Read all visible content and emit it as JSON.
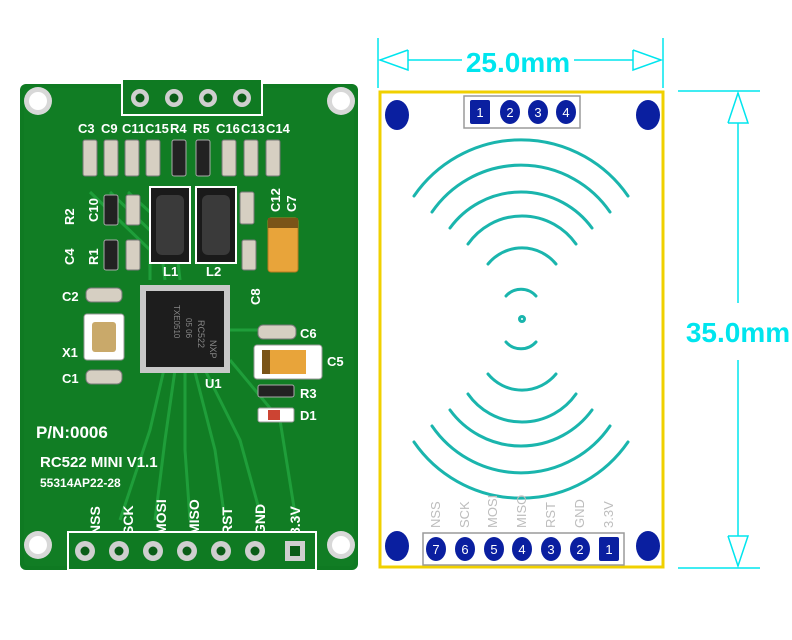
{
  "board": {
    "part_number": "P/N:0006",
    "model": "RC522 MINI V1.1",
    "batch": "55314AP22-28",
    "pins": [
      "NSS",
      "SCK",
      "MOSI",
      "MISO",
      "RST",
      "GND",
      "3.3V"
    ],
    "components": {
      "top_row": [
        "C3",
        "C9",
        "C11",
        "C15",
        "R4",
        "R5",
        "C16",
        "C13",
        "C14"
      ],
      "r2": "R2",
      "c10": "C10",
      "c4": "C4",
      "r1": "R1",
      "l1": "L1",
      "l2": "L2",
      "c12": "C12",
      "c7": "C7",
      "c8": "C8",
      "c2": "C2",
      "x1": "X1",
      "c1": "C1",
      "u1": "U1",
      "c6": "C6",
      "c5": "C5",
      "r3": "R3",
      "d1": "D1"
    },
    "chip_lines": [
      "NXP",
      "RC522",
      "05 06",
      "TXE0510"
    ],
    "colors": {
      "pcb": "#0f7a22",
      "pcb_dark": "#0a5c17",
      "copper": "#c8c8c8"
    }
  },
  "drawing": {
    "width_label": "25.0mm",
    "height_label": "35.0mm",
    "top_pins": [
      "1",
      "2",
      "3",
      "4"
    ],
    "bottom_pin_numbers": [
      "7",
      "6",
      "5",
      "4",
      "3",
      "2",
      "1"
    ],
    "bottom_pin_labels": [
      "NSS",
      "SCK",
      "MOSI",
      "MISO",
      "RST",
      "GND",
      "3.3V"
    ],
    "colors": {
      "outline": "#f0d000",
      "dimension": "#00e5ee",
      "pad": "#0a1fa0",
      "wave": "#1ab5ad"
    }
  }
}
